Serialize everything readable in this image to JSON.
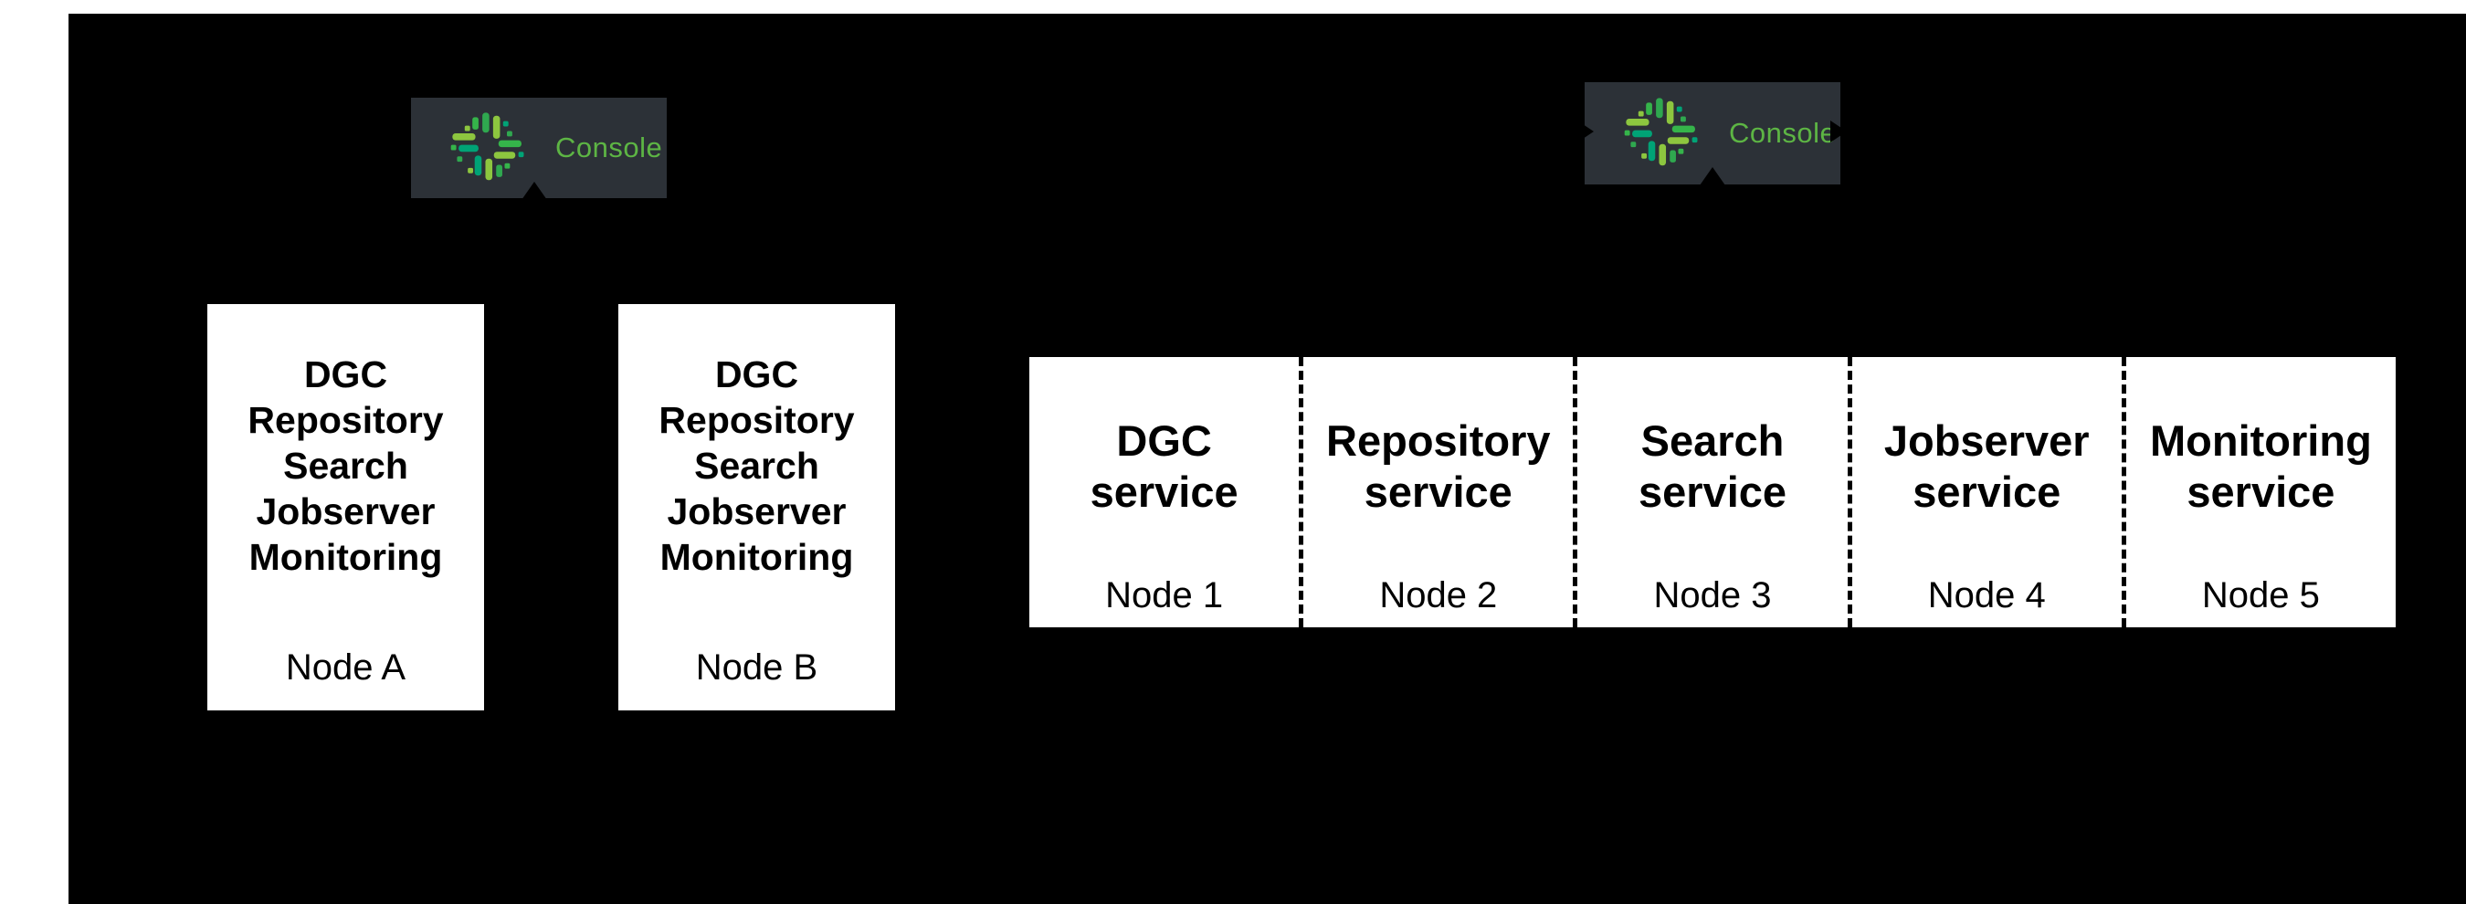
{
  "consoles": [
    {
      "label": "Console"
    },
    {
      "label": "Console"
    }
  ],
  "ha_nodes": [
    {
      "services": [
        "DGC",
        "Repository",
        "Search",
        "Jobserver",
        "Monitoring"
      ],
      "node": "Node A"
    },
    {
      "services": [
        "DGC",
        "Repository",
        "Search",
        "Jobserver",
        "Monitoring"
      ],
      "node": "Node B"
    }
  ],
  "service_row": {
    "cells": [
      {
        "title_lines": [
          "DGC",
          "service"
        ],
        "node": "Node 1"
      },
      {
        "title_lines": [
          "Repository",
          "service"
        ],
        "node": "Node 2"
      },
      {
        "title_lines": [
          "Search",
          "service"
        ],
        "node": "Node 3"
      },
      {
        "title_lines": [
          "Jobserver",
          "service"
        ],
        "node": "Node 4"
      },
      {
        "title_lines": [
          "Monitoring",
          "service"
        ],
        "node": "Node 5"
      }
    ]
  },
  "colors": {
    "background": "#000000",
    "page_margin": "#ffffff",
    "console_badge_bg": "#2c3137",
    "console_text_green": "#5db544",
    "logo_green_bright": "#8dc63f",
    "logo_green_mid": "#2fa84f",
    "logo_green_teal": "#00a376",
    "box_bg": "#ffffff",
    "box_text": "#000000"
  }
}
